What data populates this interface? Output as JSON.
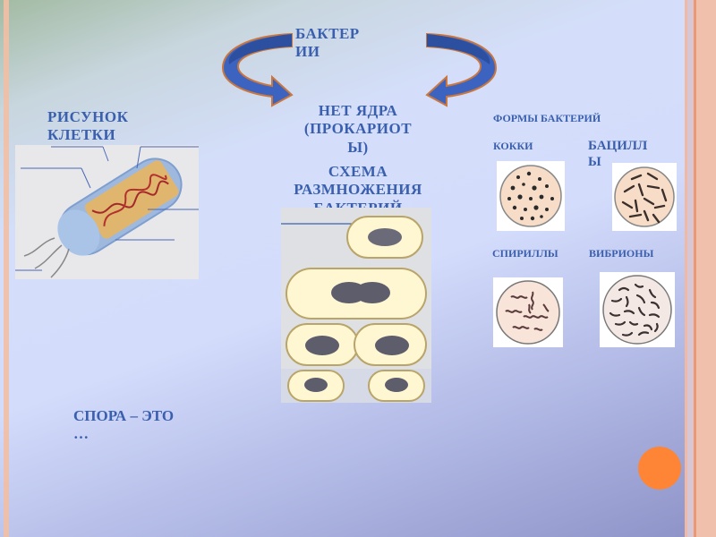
{
  "slide": {
    "title_top": [
      "БАКТЕР",
      "ИИ"
    ],
    "center_heading": [
      "НЕТ ЯДРА",
      "(ПРОКАРИОТ",
      "Ы)"
    ],
    "reproduction_heading": [
      "СХЕМА",
      "РАЗМНОЖЕНИЯ",
      "БАКТЕРИЙ"
    ],
    "cell_heading": [
      "РИСУНОК",
      "КЛЕТКИ"
    ],
    "forms_heading": "ФОРМЫ БАКТЕРИЙ",
    "forms": [
      {
        "label": "КОККИ",
        "icon": "cocci-dish-image"
      },
      {
        "label": [
          "БАЦИЛЛ",
          "Ы"
        ],
        "icon": "bacilli-dish-image"
      },
      {
        "label": "СПИРИЛЛЫ",
        "icon": "spirilla-dish-image"
      },
      {
        "label": "ВИБРИОНЫ",
        "icon": "vibrio-dish-image"
      }
    ],
    "spore_text": [
      "СПОРА – ЭТО",
      "…"
    ]
  },
  "colors": {
    "heading_text": "#3a5fae",
    "arrow_fill": "#3d63c0",
    "arrow_outline": "#c9773e",
    "accent_dot": "#fe8535"
  }
}
